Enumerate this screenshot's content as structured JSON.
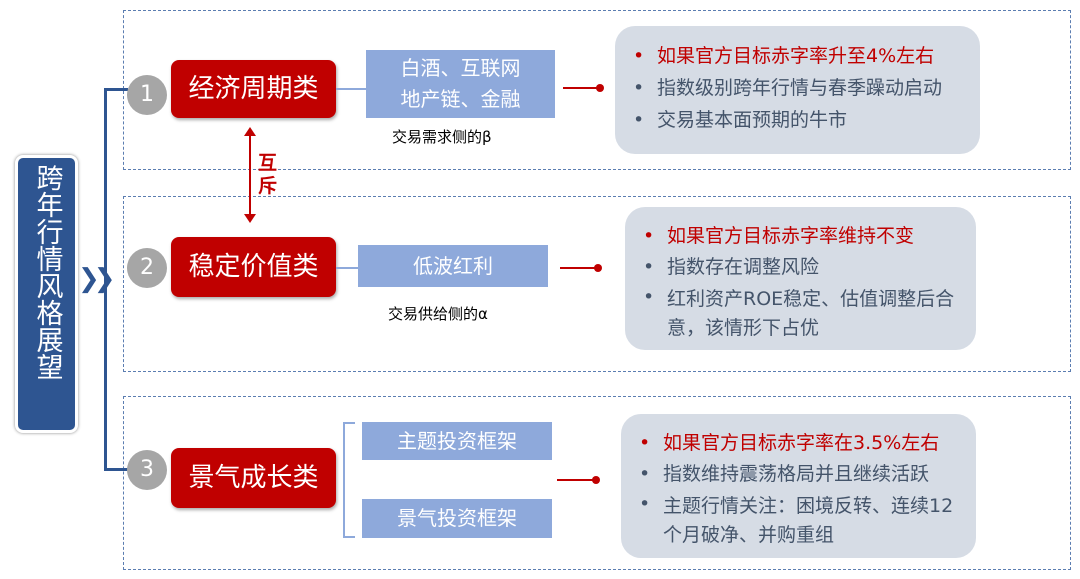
{
  "title": "跨年行情风格展望",
  "mutex_label": "互斥",
  "sections": [
    {
      "number": "1",
      "category": "经济周期类",
      "sectors": [
        "白酒、互联网",
        "地产链、金融"
      ],
      "caption": "交易需求侧的β",
      "points": [
        "如果官方目标赤字率升至4%左右",
        "指数级别跨年行情与春季躁动启动",
        "交易基本面预期的牛市"
      ]
    },
    {
      "number": "2",
      "category": "稳定价值类",
      "sectors": [
        "低波红利"
      ],
      "caption": "交易供给侧的α",
      "points": [
        "如果官方目标赤字率维持不变",
        "指数存在调整风险",
        "红利资产ROE稳定、估值调整后合意，该情形下占优"
      ]
    },
    {
      "number": "3",
      "category": "景气成长类",
      "sectors": [
        "主题投资框架",
        "景气投资框架"
      ],
      "points": [
        "如果官方目标赤字率在3.5%左右",
        "指数维持震荡格局并且继续活跃",
        "主题行情关注：困境反转、连续12个月破净、并购重组"
      ]
    }
  ],
  "colors": {
    "red": "#C00000",
    "blue": "#2E5591",
    "light_blue": "#8EA9DB",
    "gray_box": "#D6DCE5"
  }
}
